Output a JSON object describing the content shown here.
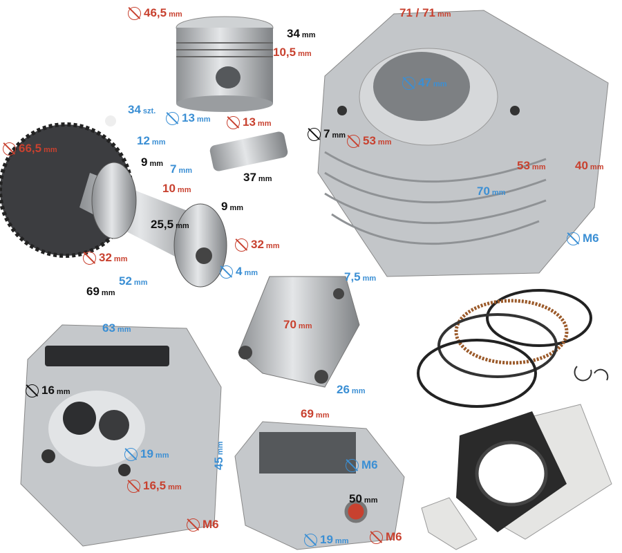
{
  "colors": {
    "red": "#c8412f",
    "blue": "#3b8fd4",
    "black": "#111111",
    "metal": "#b9bcbf"
  },
  "labels": {
    "piston_diameter": {
      "value": "46,5",
      "unit": "mm"
    },
    "piston_height": {
      "value": "34",
      "unit": "mm"
    },
    "piston_ring_zone": {
      "value": "10,5",
      "unit": "mm"
    },
    "piston_pin_hole": {
      "value": "13",
      "unit": "mm"
    },
    "pin_diameter": {
      "value": "13",
      "unit": "mm"
    },
    "pin_length": {
      "value": "37",
      "unit": "mm"
    },
    "sprocket_teeth": {
      "value": "34",
      "unit": "szt."
    },
    "sprocket_diameter": {
      "value": "66,5",
      "unit": "mm"
    },
    "cam_12": {
      "value": "12",
      "unit": "mm"
    },
    "cam_bearing_width_1": {
      "value": "9",
      "unit": "mm"
    },
    "cam_7": {
      "value": "7",
      "unit": "mm"
    },
    "cam_10": {
      "value": "10",
      "unit": "mm"
    },
    "cam_lobe": {
      "value": "25,5",
      "unit": "mm"
    },
    "cam_bearing_width_2": {
      "value": "9",
      "unit": "mm"
    },
    "cam_bearing_diameter_2": {
      "value": "32",
      "unit": "mm"
    },
    "cam_bearing_diameter_1": {
      "value": "32",
      "unit": "mm"
    },
    "cam_bore": {
      "value": "4",
      "unit": "mm"
    },
    "cam_52": {
      "value": "52",
      "unit": "mm"
    },
    "cam_69": {
      "value": "69",
      "unit": "mm"
    },
    "cylinder_bolt_spacing": {
      "value": "71 / 71",
      "unit": "mm"
    },
    "cylinder_bore": {
      "value": "47",
      "unit": "mm"
    },
    "cylinder_hole": {
      "value": "7",
      "unit": "mm"
    },
    "cylinder_outer": {
      "value": "53",
      "unit": "mm"
    },
    "cylinder_53": {
      "value": "53",
      "unit": "mm"
    },
    "cylinder_40": {
      "value": "40",
      "unit": "mm"
    },
    "cylinder_height": {
      "value": "70",
      "unit": "mm"
    },
    "cylinder_thread": {
      "value": "M6",
      "unit": ""
    },
    "rocker_7_5": {
      "value": "7,5",
      "unit": "mm"
    },
    "rocker_70": {
      "value": "70",
      "unit": "mm"
    },
    "rocker_26": {
      "value": "26",
      "unit": "mm"
    },
    "head_63": {
      "value": "63",
      "unit": "mm"
    },
    "head_valve_16": {
      "value": "16",
      "unit": "mm"
    },
    "head_valve_19": {
      "value": "19",
      "unit": "mm"
    },
    "head_45": {
      "value": "45",
      "unit": "mm"
    },
    "head_16_5": {
      "value": "16,5",
      "unit": "mm"
    },
    "head_m6_left": {
      "value": "M6",
      "unit": ""
    },
    "head2_69": {
      "value": "69",
      "unit": "mm"
    },
    "head2_m6_blue": {
      "value": "M6",
      "unit": ""
    },
    "head2_50": {
      "value": "50",
      "unit": "mm"
    },
    "head2_19": {
      "value": "19",
      "unit": "mm"
    },
    "head2_m6_red": {
      "value": "M6",
      "unit": ""
    }
  }
}
